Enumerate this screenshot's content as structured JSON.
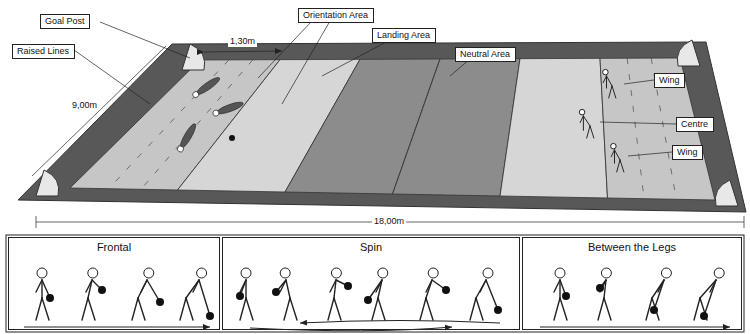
{
  "diagram": {
    "nodes": [
      {
        "text": [
          "Goal Post"
        ]
      },
      {
        "text": [
          "Raised Lines"
        ]
      },
      {
        "text": [
          "Orientation Area"
        ]
      },
      {
        "text": [
          "Landing Area"
        ]
      },
      {
        "text": [
          "Neutral Area"
        ]
      },
      {
        "text": [
          "Wing"
        ]
      },
      {
        "text": [
          "Centre"
        ]
      },
      {
        "text": [
          "Wing"
        ]
      },
      {
        "text": [
          "Frontal"
        ]
      },
      {
        "text": [
          "Spin"
        ]
      },
      {
        "text": [
          "Between the Legs"
        ]
      }
    ],
    "labels": [
      "1,30m",
      "9,00m",
      "18,00m"
    ]
  }
}
